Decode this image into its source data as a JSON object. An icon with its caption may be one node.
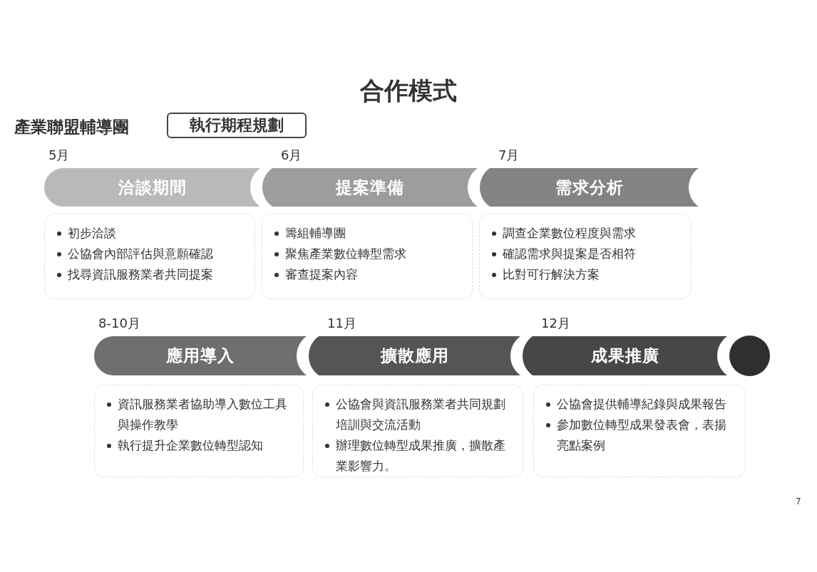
{
  "diagram": {
    "title": "合作模式",
    "nodes": [
      {
        "text": [
          "執行期程規劃"
        ]
      },
      {
        "text": [
          "洽談期間"
        ],
        "beside": [
          "5月"
        ]
      },
      {
        "text": [
          "提案準備"
        ],
        "beside": [
          "6月"
        ]
      },
      {
        "text": [
          "需求分析"
        ],
        "beside": [
          "7月"
        ]
      },
      {
        "text": [
          "初步洽談",
          "公協會內部評估與意願確認",
          "找尋資訊服務業者共同提案"
        ]
      },
      {
        "text": [
          "籌組輔導團",
          "聚焦產業數位轉型需求",
          "審查提案內容"
        ]
      },
      {
        "text": [
          "調查企業數位程度與需求",
          "確認需求與提案是否相符",
          "比對可行解決方案"
        ]
      },
      {
        "text": [
          "應用導入"
        ],
        "beside": [
          "8-10月"
        ]
      },
      {
        "text": [
          "擴散應用"
        ],
        "beside": [
          "11月"
        ]
      },
      {
        "text": [
          "成果推廣"
        ],
        "beside": [
          "12月"
        ]
      },
      {
        "text": [],
        "shape": "circle"
      },
      {
        "text": [
          "資訊服務業者協助導入數位工具與操作教學",
          "執行提升企業數位轉型認知"
        ]
      },
      {
        "text": [
          "公協會與資訊服務業者共同規劃培訓與交流活動",
          "辦理數位轉型成果推廣，擴散產業影響力。"
        ]
      },
      {
        "text": [
          "公協會提供輔導紀錄與成果報告",
          "參加數位轉型成果發表會，表揚亮點案例"
        ]
      }
    ],
    "edges": [],
    "labels": [
      "產業聯盟輔導團",
      "7"
    ]
  }
}
